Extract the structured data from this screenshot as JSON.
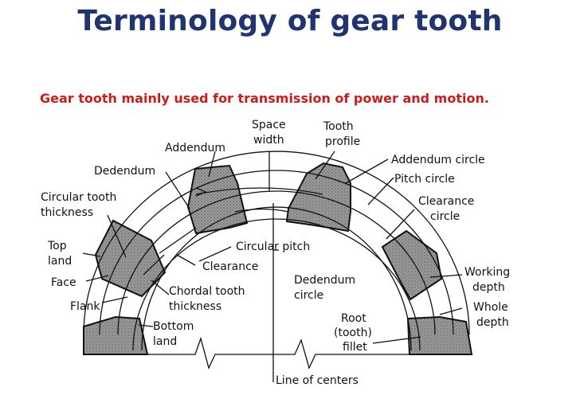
{
  "title": "Terminology of gear tooth",
  "subtitle": "Gear  tooth mainly used for transmission of power and motion.",
  "diagram": {
    "labels": {
      "space_width": [
        "Space",
        "width"
      ],
      "tooth_profile": [
        "Tooth",
        "profile"
      ],
      "addendum": [
        "Addendum"
      ],
      "addendum_circle": [
        "Addendum circle"
      ],
      "dedendum": [
        "Dedendum"
      ],
      "pitch_circle": [
        "Pitch circle"
      ],
      "circular_tooth_thickness": [
        "Circular tooth",
        "thickness"
      ],
      "clearance_circle": [
        "Clearance",
        "circle"
      ],
      "top_land": [
        "Top",
        "land"
      ],
      "circular_pitch": [
        "Circular pitch"
      ],
      "clearance": [
        "Clearance"
      ],
      "working_depth": [
        "Working",
        "depth"
      ],
      "face": [
        "Face"
      ],
      "dedendum_circle": [
        "Dedendum",
        "circle"
      ],
      "chordal_tooth_thickness": [
        "Chordal tooth",
        "thickness"
      ],
      "whole_depth": [
        "Whole",
        "depth"
      ],
      "flank": [
        "Flank"
      ],
      "root_fillet": [
        "Root",
        "(tooth)",
        "fillet"
      ],
      "bottom_land": [
        "Bottom",
        "land"
      ],
      "line_of_centers": [
        "Line of centers"
      ]
    }
  }
}
